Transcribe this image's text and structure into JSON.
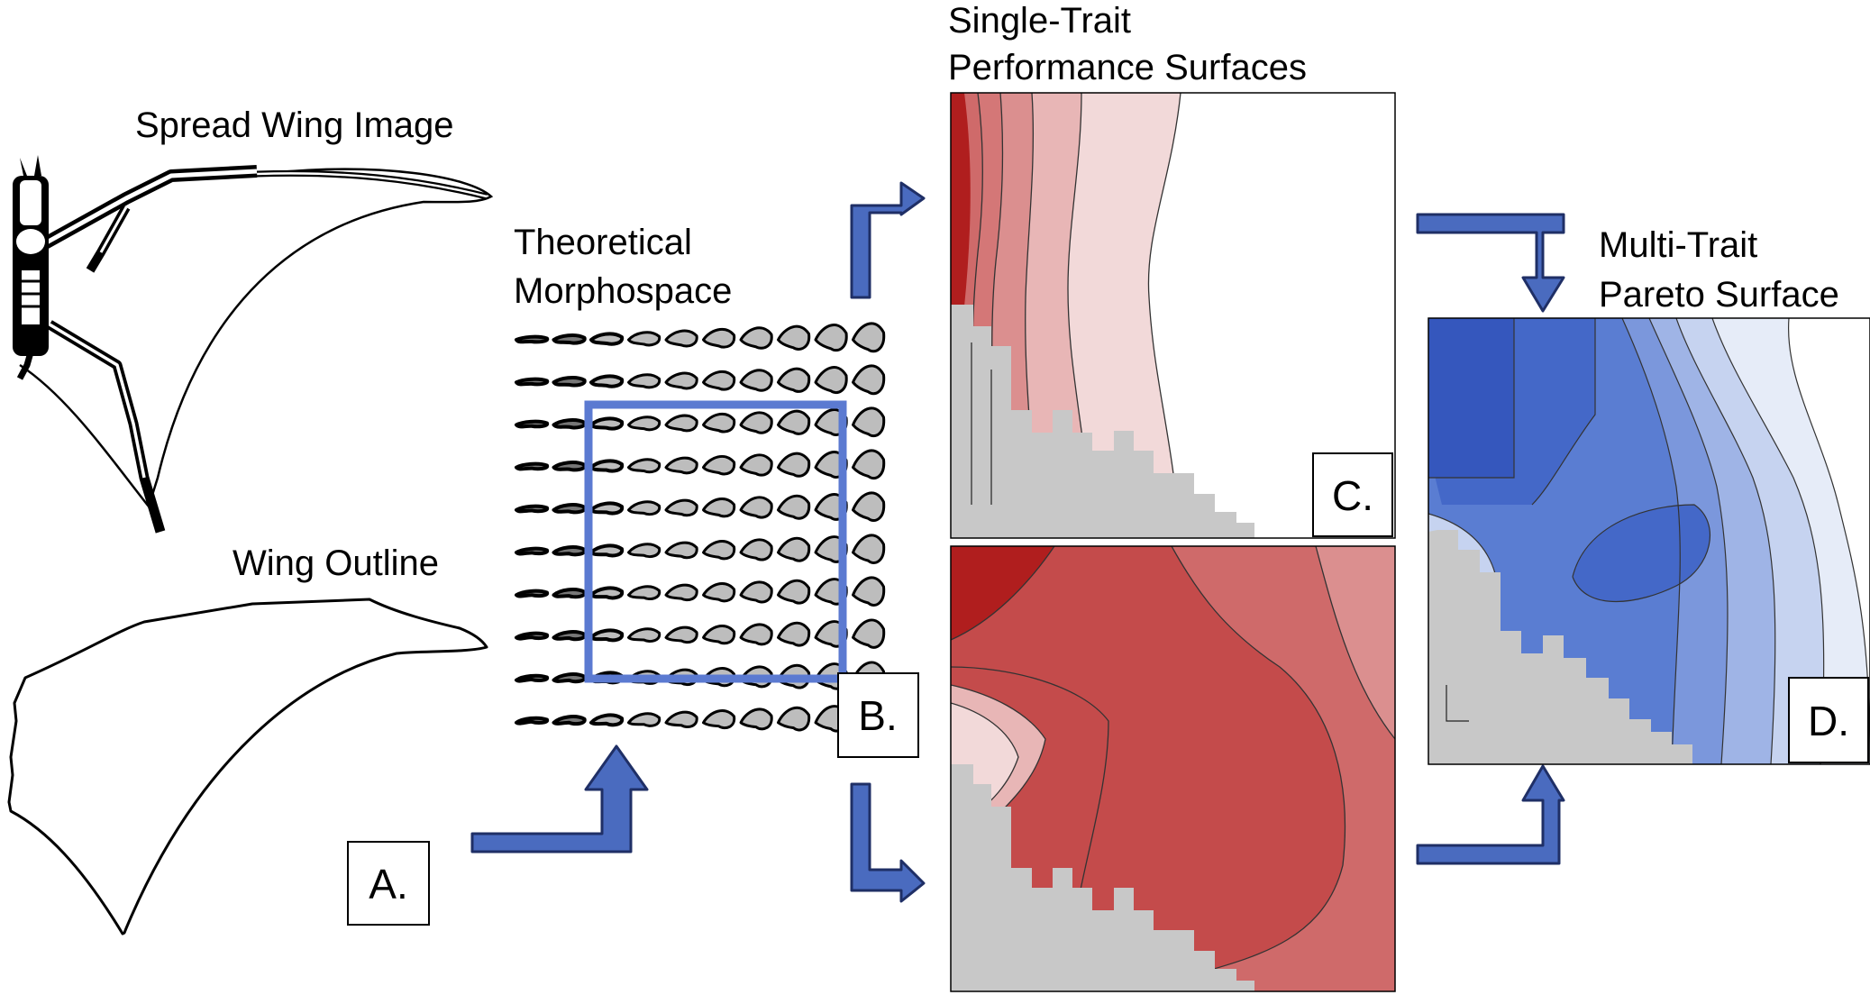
{
  "figure": {
    "spread_wing_title": "Spread Wing Image",
    "wing_outline_title": "Wing Outline",
    "morphospace_title_line1": "Theoretical",
    "morphospace_title_line2": "Morphospace",
    "single_trait_title_line1": "Single-Trait",
    "single_trait_title_line2": "Performance Surfaces",
    "pareto_title_line1": "Multi-Trait",
    "pareto_title_line2": "Pareto Surface",
    "panel_labels": {
      "a": "A.",
      "b": "B.",
      "c": "C.",
      "d": "D."
    }
  },
  "morphospace": {
    "rows": 10,
    "cols": 10,
    "highlight": {
      "col_start": 2,
      "col_end": 8,
      "row_start": 2,
      "row_end": 8
    }
  },
  "colors": {
    "arrow_fill": "#4a6bbf",
    "arrow_stroke": "#1f2f66",
    "highlight_box": "#5b7ad1",
    "masked_region": "#c8c8c8",
    "red_palette": [
      "#b01e1e",
      "#c24545",
      "#cf6a6a",
      "#db8f8f",
      "#e8b6b6",
      "#f2d9d9"
    ],
    "blue_palette": [
      "#3557bd",
      "#4468c8",
      "#5a7dd2",
      "#7b97dc",
      "#9fb4e6",
      "#c6d3f0",
      "#e6ecf8"
    ]
  }
}
